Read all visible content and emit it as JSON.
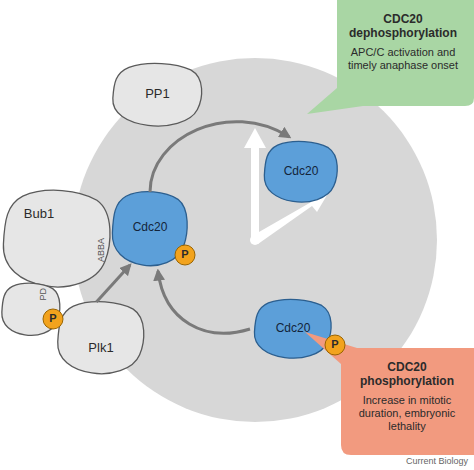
{
  "diagram": {
    "nodes": [
      {
        "text": [
          "CDC20 dephosphorylation",
          "APC/C activation and timely anaphase onset"
        ]
      },
      {
        "text": [
          "PP1"
        ]
      },
      {
        "text": [
          "Bub1",
          "ABBA"
        ]
      },
      {
        "text": [
          "Cdc20"
        ]
      },
      {
        "text": [
          "P"
        ],
        "in": 3
      },
      {
        "text": [
          "Cdc20"
        ]
      },
      {
        "text": [
          "PD"
        ]
      },
      {
        "text": [
          "P"
        ],
        "in": 6
      },
      {
        "text": [
          "Plk1"
        ]
      },
      {
        "text": [
          "Cdc20"
        ]
      },
      {
        "text": [
          "P"
        ],
        "in": 9
      },
      {
        "text": [
          "CDC20 phosphorylation",
          "Increase in mitotic duration, embryonic lethality"
        ]
      }
    ],
    "edges": [
      {
        "from": 3,
        "to": 5,
        "arrow": "to"
      },
      {
        "from": 9,
        "to": 3,
        "arrow": "to"
      },
      {
        "from": 8,
        "to": 3,
        "arrow": "to"
      }
    ],
    "labels": [
      "Current Biology"
    ]
  }
}
